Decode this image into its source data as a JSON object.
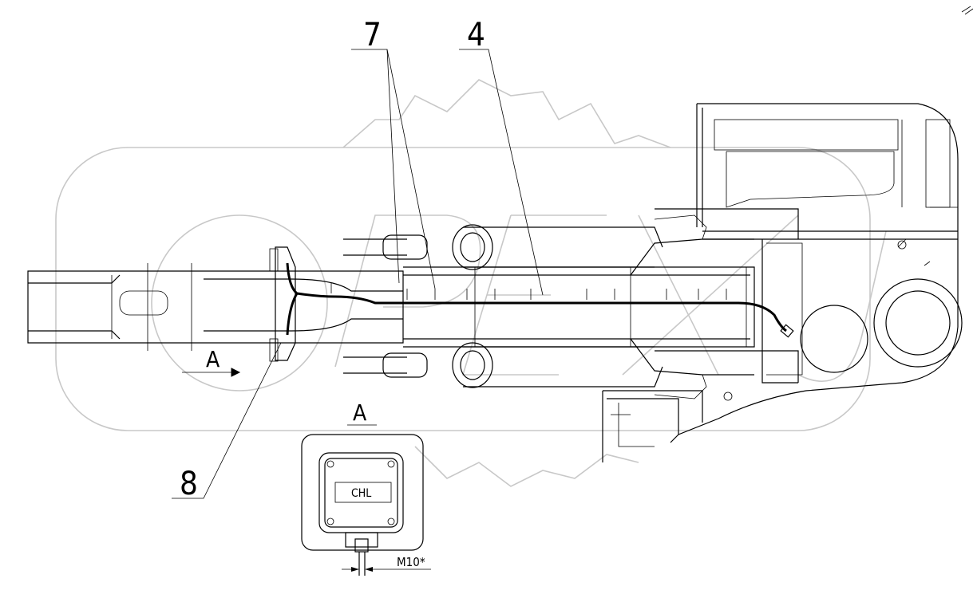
{
  "callouts": {
    "part_7": "7",
    "part_4": "4",
    "part_8": "8"
  },
  "view": {
    "arrow_label": "A",
    "section_label": "A"
  },
  "detail": {
    "plate_text": "CHL",
    "bolt_label": "M10*"
  },
  "watermark": {
    "text": "OPEX"
  }
}
